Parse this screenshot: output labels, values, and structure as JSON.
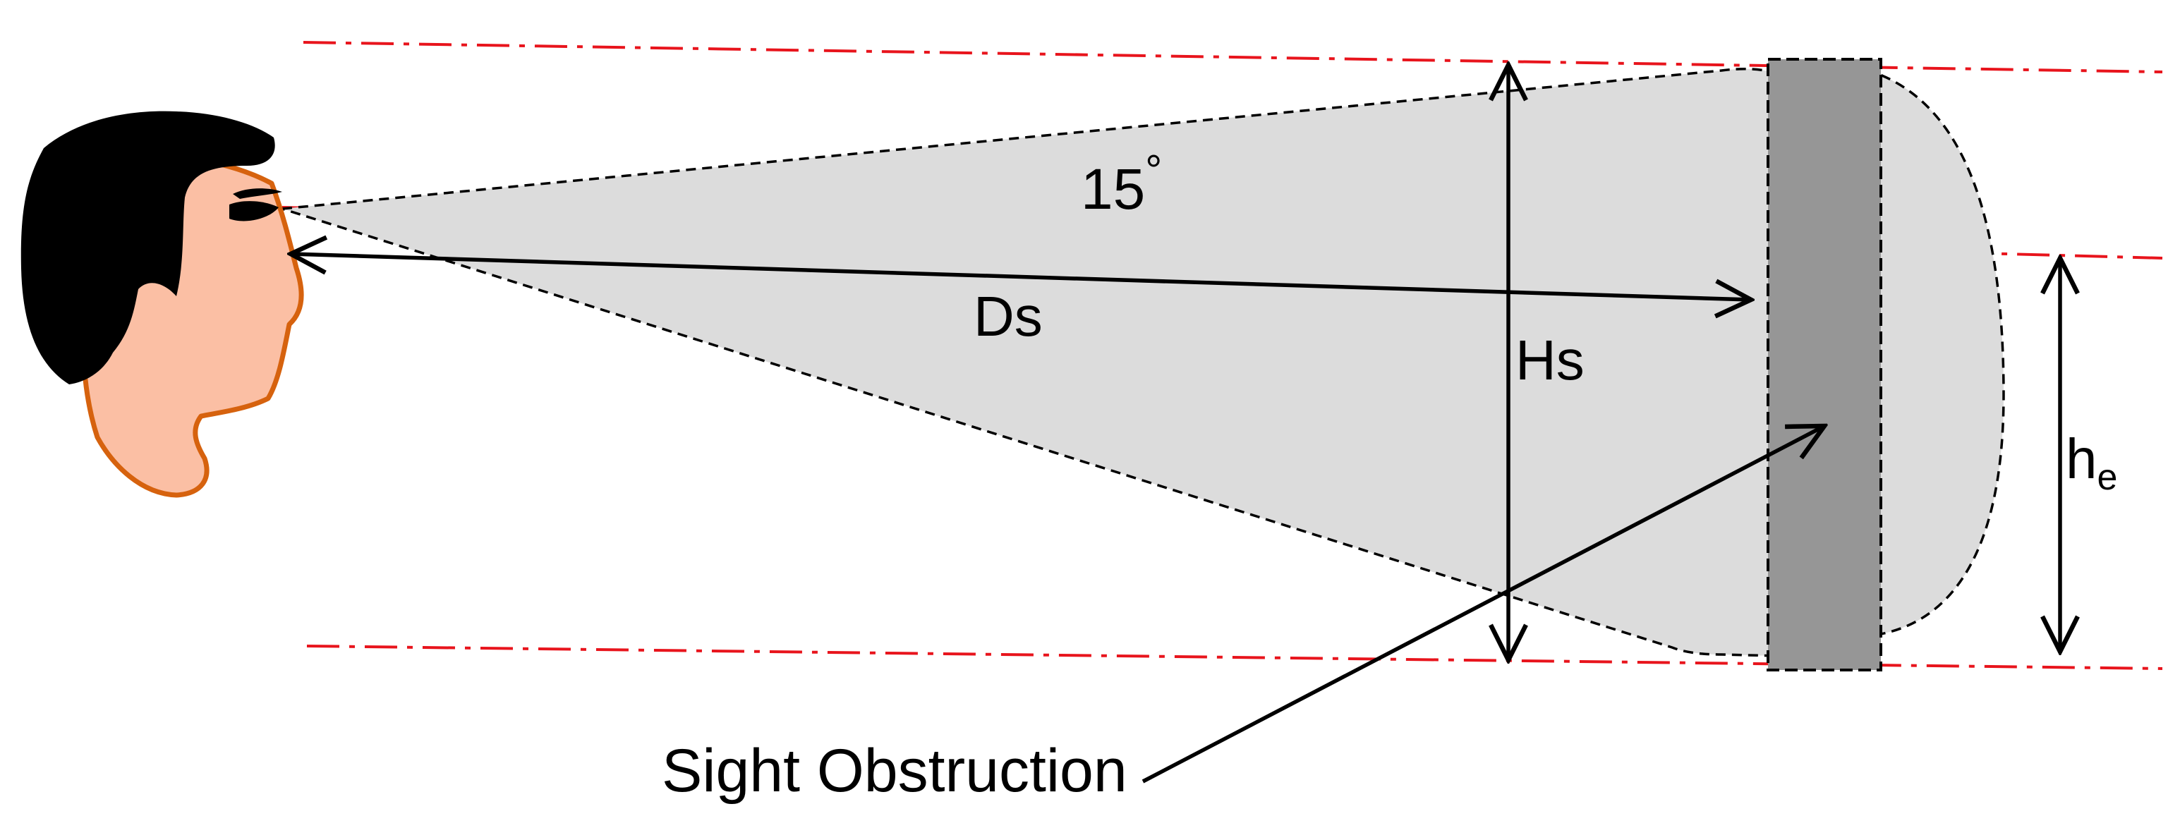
{
  "labels": {
    "angle": "15",
    "degree_symbol": "°",
    "sight_distance": "Ds",
    "sight_height": "Hs",
    "eye_height_main": "h",
    "eye_height_sub": "e",
    "obstruction": "Sight Obstruction"
  },
  "colors": {
    "guide_line": "#e8141c",
    "cone_fill": "#dcdcdc",
    "obstruction_fill": "#969696",
    "hair": "#000000",
    "skin": "#fbbfa4",
    "skin_outline": "#d6620e",
    "ink": "#000000"
  },
  "icons": {
    "viewer": "person-head-profile-icon"
  }
}
